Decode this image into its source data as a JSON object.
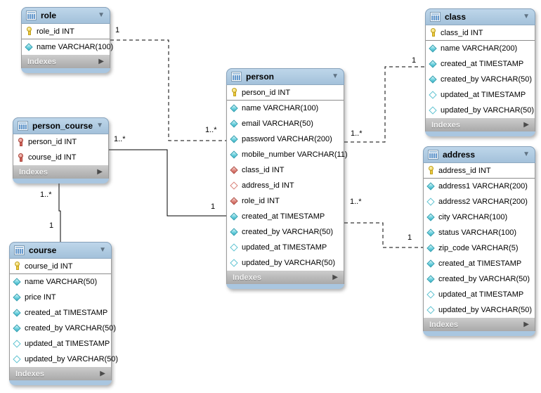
{
  "icons": {
    "collapse": "▼",
    "expand": "▶"
  },
  "colors": {
    "table_header": "#a9c6de",
    "table_bottom_bar": "#a9c6e0",
    "indexes_bar": "#b9b9b9",
    "pk_icon": "#edc93c",
    "pk_fk_icon": "#d4675f",
    "column_icon": "#59c7d6",
    "fk_icon": "#d4675f",
    "line": "#000000"
  },
  "tables": [
    {
      "title": "role",
      "footer": "Indexes",
      "fields": [
        {
          "label": "role_id INT",
          "icon": "pk"
        },
        {
          "label": "name VARCHAR(100)",
          "icon": "col"
        }
      ]
    },
    {
      "title": "person_course",
      "footer": "Indexes",
      "fields": [
        {
          "label": "person_id INT",
          "icon": "pk-fk"
        },
        {
          "label": "course_id INT",
          "icon": "pk-fk"
        }
      ]
    },
    {
      "title": "course",
      "footer": "Indexes",
      "fields": [
        {
          "label": "course_id INT",
          "icon": "pk"
        },
        {
          "label": "name VARCHAR(50)",
          "icon": "col"
        },
        {
          "label": "price INT",
          "icon": "col"
        },
        {
          "label": "created_at TIMESTAMP",
          "icon": "col"
        },
        {
          "label": "created_by VARCHAR(50)",
          "icon": "col"
        },
        {
          "label": "updated_at TIMESTAMP",
          "icon": "col-null"
        },
        {
          "label": "updated_by VARCHAR(50)",
          "icon": "col-null"
        }
      ]
    },
    {
      "title": "person",
      "footer": "Indexes",
      "fields": [
        {
          "label": "person_id INT",
          "icon": "pk"
        },
        {
          "label": "name VARCHAR(100)",
          "icon": "col"
        },
        {
          "label": "email VARCHAR(50)",
          "icon": "col"
        },
        {
          "label": "password VARCHAR(200)",
          "icon": "col"
        },
        {
          "label": "mobile_number VARCHAR(11)",
          "icon": "col"
        },
        {
          "label": "class_id INT",
          "icon": "fk"
        },
        {
          "label": "address_id INT",
          "icon": "fk-null"
        },
        {
          "label": "role_id INT",
          "icon": "fk"
        },
        {
          "label": "created_at TIMESTAMP",
          "icon": "col"
        },
        {
          "label": "created_by VARCHAR(50)",
          "icon": "col"
        },
        {
          "label": "updated_at TIMESTAMP",
          "icon": "col-null"
        },
        {
          "label": "updated_by VARCHAR(50)",
          "icon": "col-null"
        }
      ]
    },
    {
      "title": "class",
      "footer": "Indexes",
      "fields": [
        {
          "label": "class_id INT",
          "icon": "pk"
        },
        {
          "label": "name VARCHAR(200)",
          "icon": "col"
        },
        {
          "label": "created_at TIMESTAMP",
          "icon": "col"
        },
        {
          "label": "created_by VARCHAR(50)",
          "icon": "col"
        },
        {
          "label": "updated_at TIMESTAMP",
          "icon": "col-null"
        },
        {
          "label": "updated_by VARCHAR(50)",
          "icon": "col-null"
        }
      ]
    },
    {
      "title": "address",
      "footer": "Indexes",
      "fields": [
        {
          "label": "address_id INT",
          "icon": "pk"
        },
        {
          "label": "address1 VARCHAR(200)",
          "icon": "col"
        },
        {
          "label": "address2 VARCHAR(200)",
          "icon": "col-null"
        },
        {
          "label": "city VARCHAR(100)",
          "icon": "col"
        },
        {
          "label": "status VARCHAR(100)",
          "icon": "col"
        },
        {
          "label": "zip_code VARCHAR(5)",
          "icon": "col"
        },
        {
          "label": "created_at TIMESTAMP",
          "icon": "col"
        },
        {
          "label": "created_by VARCHAR(50)",
          "icon": "col"
        },
        {
          "label": "updated_at TIMESTAMP",
          "icon": "col-null"
        },
        {
          "label": "updated_by VARCHAR(50)",
          "icon": "col-null"
        }
      ]
    }
  ],
  "relationships": [
    {
      "name": "role - person",
      "line": "dashed",
      "from_card": "1",
      "to_card": "1..*"
    },
    {
      "name": "person_course - person",
      "line": "solid",
      "from_card": "1..*",
      "to_card": "1"
    },
    {
      "name": "person_course - course",
      "line": "solid",
      "from_card": "1..*",
      "to_card": "1"
    },
    {
      "name": "person - class",
      "line": "dashed",
      "from_card": "1..*",
      "to_card": "1"
    },
    {
      "name": "person - address",
      "line": "dashed",
      "from_card": "1..*",
      "to_card": "1"
    }
  ]
}
